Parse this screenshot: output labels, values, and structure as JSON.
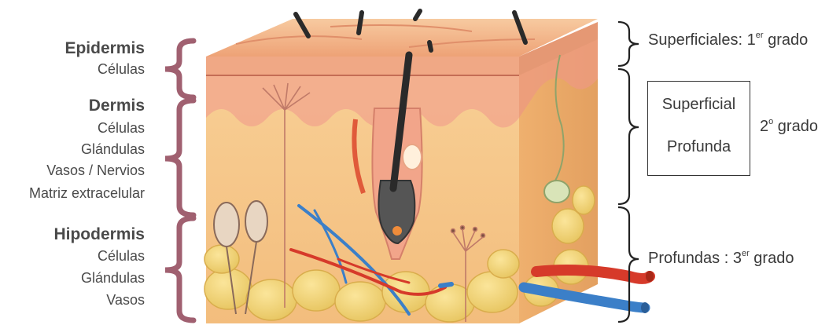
{
  "layers": [
    {
      "id": "epidermis",
      "name": "Epidermis",
      "items": [
        "Células"
      ]
    },
    {
      "id": "dermis",
      "name": "Dermis",
      "items": [
        "Células",
        "Glándulas",
        "Vasos / Nervios",
        "Matriz extracelular"
      ]
    },
    {
      "id": "hipodermis",
      "name": "Hipodermis",
      "items": [
        "Células",
        "Glándulas",
        "Vasos"
      ]
    }
  ],
  "burns": {
    "first": {
      "prefix": "Superficiales: 1",
      "sup": "er",
      "suffix": " grado"
    },
    "second": {
      "superficial": "Superficial",
      "profunda": "Profunda",
      "prefix": "2",
      "sup": "o",
      "suffix": " grado"
    },
    "third": {
      "prefix": "Profundas : 3",
      "sup": "er",
      "suffix": " grado"
    }
  },
  "colors": {
    "bracket_left": "#a06070",
    "bracket_right": "#222222",
    "label_text": "#4a4a4a",
    "epidermis_surface": "#f2b488",
    "dermis": "#f6c98a",
    "fat": "#f0d070",
    "artery": "#d63a2a",
    "vein": "#3b7fc8",
    "hair": "#2a2a2a"
  },
  "icons": [
    "skin-cross-section-illustration",
    "hair-icon",
    "artery-icon",
    "vein-icon",
    "fat-lobule-icon",
    "nerve-ending-icon",
    "sweat-gland-icon"
  ]
}
